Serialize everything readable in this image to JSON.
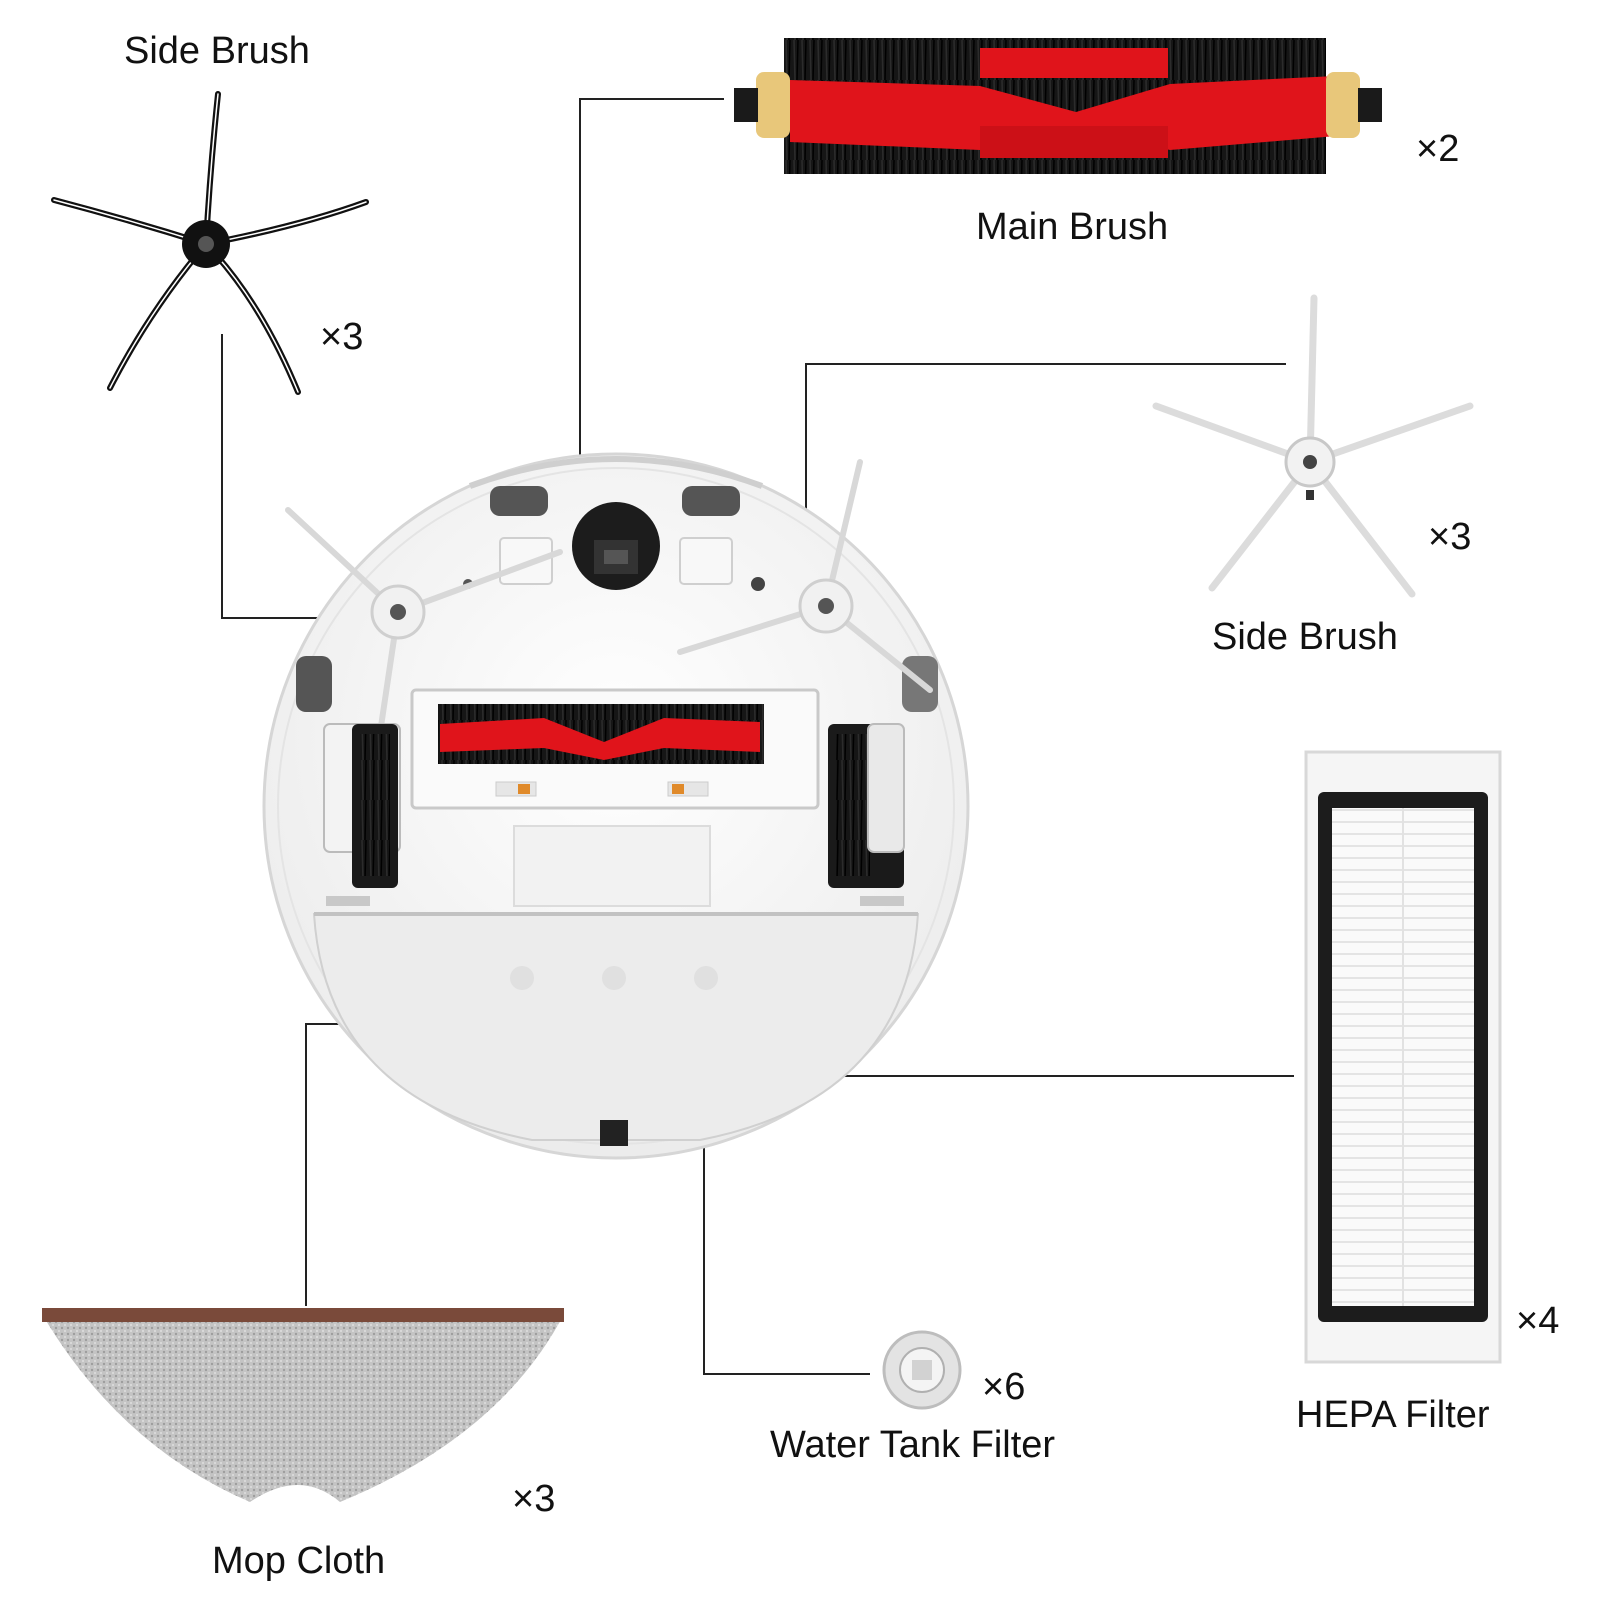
{
  "parts": {
    "side_brush_black": {
      "label": "Side Brush",
      "qty": "×3"
    },
    "main_brush": {
      "label": "Main Brush",
      "qty": "×2"
    },
    "side_brush_white": {
      "label": "Side Brush",
      "qty": "×3"
    },
    "hepa_filter": {
      "label": "HEPA Filter",
      "qty": "×4"
    },
    "water_tank_filter": {
      "label": "Water Tank Filter",
      "qty": "×6"
    },
    "mop_cloth": {
      "label": "Mop Cloth",
      "qty": "×3"
    }
  },
  "colors": {
    "brush_red": "#e0141b",
    "bristle_black": "#111111",
    "robot_white": "#f4f4f4",
    "mop_gray": "#b9b9b9",
    "mop_trim": "#7a4a3a",
    "leader_line": "#222222"
  }
}
